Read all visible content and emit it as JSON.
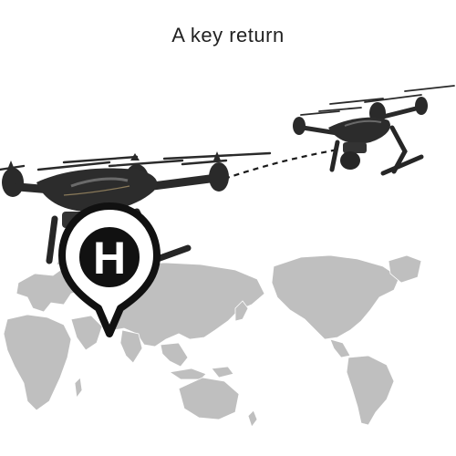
{
  "caption": "A key return",
  "home_marker": {
    "letter": "H"
  },
  "colors": {
    "map": "#bfbfbf",
    "drone_body": "#2a2a2a",
    "drone_highlight": "#6a6a6a",
    "marker": "#111111",
    "flight_path": "#1a1a1a"
  },
  "icons": [
    "world-map",
    "drone",
    "home-pin-icon",
    "dashed-flight-path"
  ]
}
